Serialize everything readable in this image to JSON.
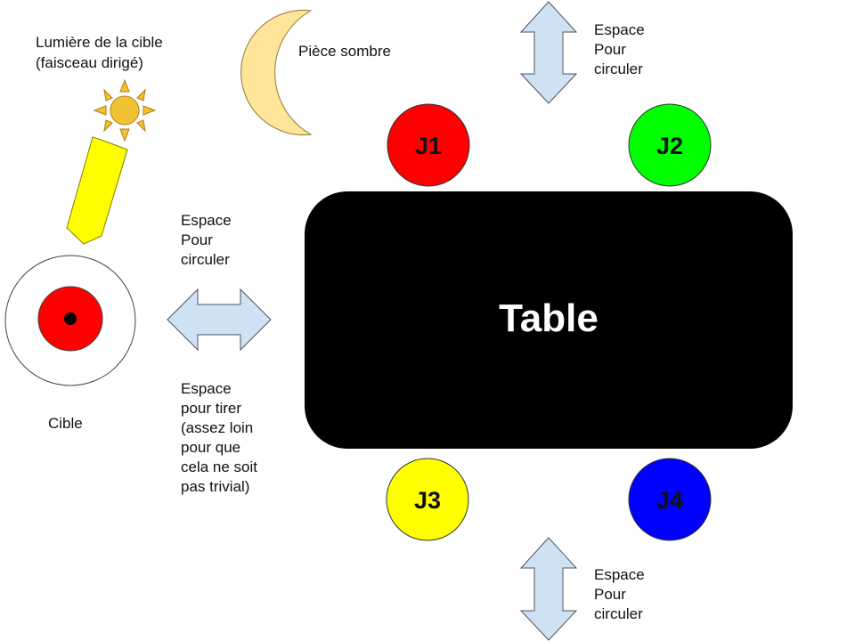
{
  "labels": {
    "light": [
      "Lumière de la cible",
      "(faisceau dirigé)"
    ],
    "dark_room": "Pièce sombre",
    "target": "Cible",
    "space_top": [
      "Espace",
      "Pour",
      "circuler"
    ],
    "space_left": [
      "Espace",
      "Pour",
      "circuler"
    ],
    "space_bottom": [
      "Espace",
      "Pour",
      "circuler"
    ],
    "shooting_space": [
      "Espace",
      "pour tirer",
      "(assez loin",
      "pour que",
      "cela ne soit",
      "pas trivial)"
    ],
    "table": "Table"
  },
  "players": [
    {
      "label": "J1",
      "color": "#ff0000"
    },
    {
      "label": "J2",
      "color": "#00ff00"
    },
    {
      "label": "J3",
      "color": "#ffff00"
    },
    {
      "label": "J4",
      "color": "#0000ff"
    }
  ],
  "colors": {
    "table": "#000000",
    "arrow_fill": "#cfe2f3",
    "arrow_stroke": "#4a5560",
    "moon_fill": "#ffe599",
    "sun_fill": "#f1c232",
    "beam_fill": "#ffff00",
    "target_center": "#ff0000"
  },
  "icons": [
    "moon-icon",
    "sun-icon",
    "flashlight-icon",
    "target-icon",
    "double-arrow-icon"
  ]
}
